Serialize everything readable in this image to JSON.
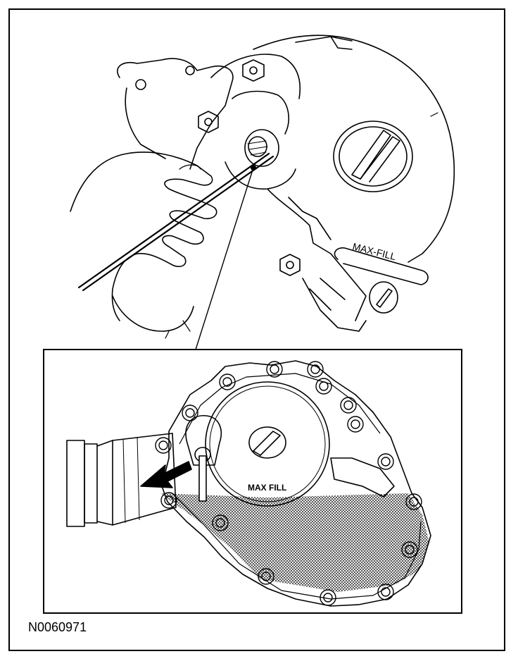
{
  "figure": {
    "id_label": "N0060971",
    "upper_view": {
      "plug_label": "MAX-FILL"
    },
    "detail_view": {
      "level_label": "MAX FILL"
    }
  }
}
